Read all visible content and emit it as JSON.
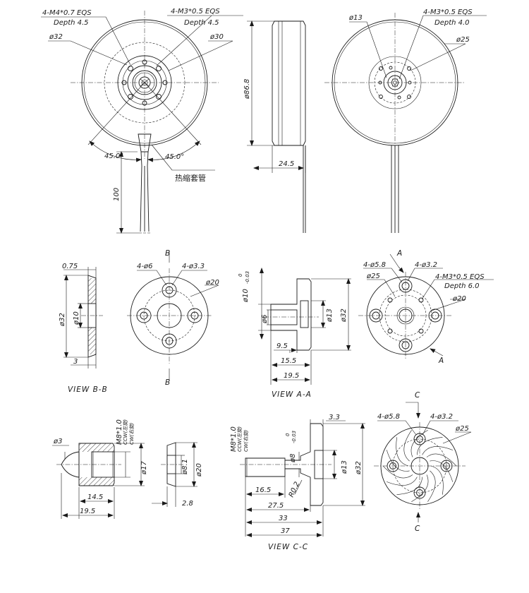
{
  "diagram": {
    "top_left": {
      "callout_thread_1": "4-M4*0.7 EQS",
      "callout_depth_1": "Depth 4.5",
      "callout_thread_2": "4-M3*0.5 EQS",
      "callout_depth_2": "Depth 4.5",
      "dia_32": "ø32",
      "dia_30": "ø30",
      "angle_left": "45.0°",
      "angle_right": "45.0°",
      "sleeve_label": "热缩套管",
      "lead_length": "100"
    },
    "side": {
      "dia_86_8": "ø86.8",
      "width_24_5": "24.5"
    },
    "top_right": {
      "dia_13": "ø13",
      "callout_thread": "4-M3*0.5 EQS",
      "callout_depth": "Depth 4.0",
      "dia_25": "ø25"
    },
    "view_bb": {
      "thk_075": "0.75",
      "dia_32": "ø32",
      "dia_10": "ø10",
      "thk_3": "3",
      "title": "VIEW B-B",
      "holes_big": "4-ø6",
      "holes_small": "4-ø3.3",
      "dia_20": "ø20",
      "marker_top": "B",
      "marker_bottom": "B"
    },
    "view_aa": {
      "dia_10": "ø10",
      "tol_top": "0",
      "tol_bottom": "-0.03",
      "dia_6": "ø6",
      "dia_13": "ø13",
      "dia_32": "ø32",
      "len_9_5": "9.5",
      "len_15_5": "15.5",
      "len_19_5": "19.5",
      "title": "VIEW A-A",
      "holes_big": "4-ø5.8",
      "holes_small": "4-ø3.2",
      "dia_25": "ø25",
      "callout_thread": "4-M3*0.5 EQS",
      "callout_depth": "Depth 6.0",
      "dia_20": "ø20",
      "marker_top": "A",
      "marker_bottom": "A"
    },
    "nut": {
      "dia_3": "ø3",
      "thread": "M8*1.0",
      "ccw": "CCW(左旋)",
      "cw": "CW(右旋)",
      "dia_17": "ø17",
      "len_14_5": "14.5",
      "len_19_5": "19.5"
    },
    "washer": {
      "dia_8_1": "ø8.1",
      "dia_20": "ø20",
      "thk_2_8": "2.8"
    },
    "view_cc": {
      "thread": "M8*1.0",
      "ccw": "CCW(左旋)",
      "cw": "CW(右旋)",
      "dia_8": "ø8",
      "tol_top": "0",
      "tol_bottom": "-0.03",
      "thk_3_3": "3.3",
      "dia_13": "ø13",
      "dia_32": "ø32",
      "radius": "R0.2",
      "len_16_5": "16.5",
      "len_27_5": "27.5",
      "len_33": "33",
      "len_37": "37",
      "title": "VIEW C-C",
      "holes_big": "4-ø5.8",
      "holes_small": "4-ø3.2",
      "dia_25": "ø25",
      "marker_top": "C",
      "marker_bottom": "C"
    }
  }
}
